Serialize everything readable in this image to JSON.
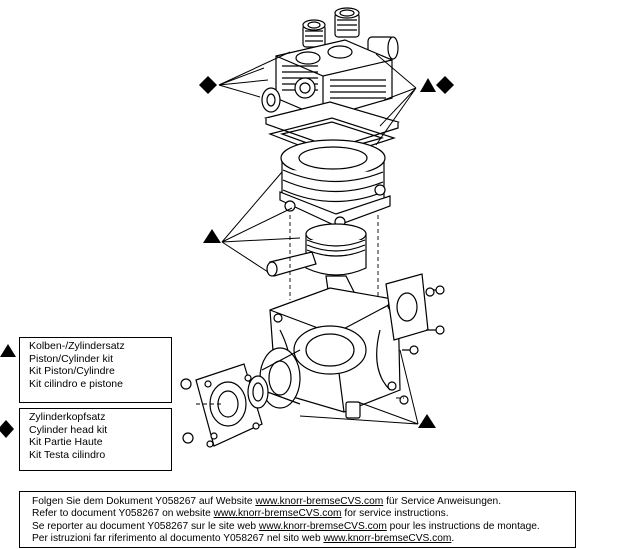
{
  "legend": [
    {
      "symbol": "triangle",
      "lines": [
        "Kolben-/Zylindersatz",
        "Piston/Cylinder kit",
        "Kit Piston/Cylindre",
        "Kit cilindro e pistone"
      ]
    },
    {
      "symbol": "diamond",
      "lines": [
        "Zylinderkopfsatz",
        "Cylinder head kit",
        "Kit Partie Haute",
        "Kit Testa cilindro"
      ]
    }
  ],
  "footer": [
    {
      "before": "Folgen Sie dem Dokument Y058267 auf Website ",
      "link": "www.knorr-bremseCVS.com",
      "after": " für Service Anweisungen."
    },
    {
      "before": "Refer to document Y058267 on website ",
      "link": "www.knorr-bremseCVS.com",
      "after": " for service instructions."
    },
    {
      "before": "Se reporter au document Y058267 sur le site web ",
      "link": "www.knorr-bremseCVS.com",
      "after": " pour les instructions de montage."
    },
    {
      "before": "Per istruzioni far riferimento al documento Y058267 nel sito web ",
      "link": "www.knorr-bremseCVS.com",
      "after": "."
    }
  ]
}
